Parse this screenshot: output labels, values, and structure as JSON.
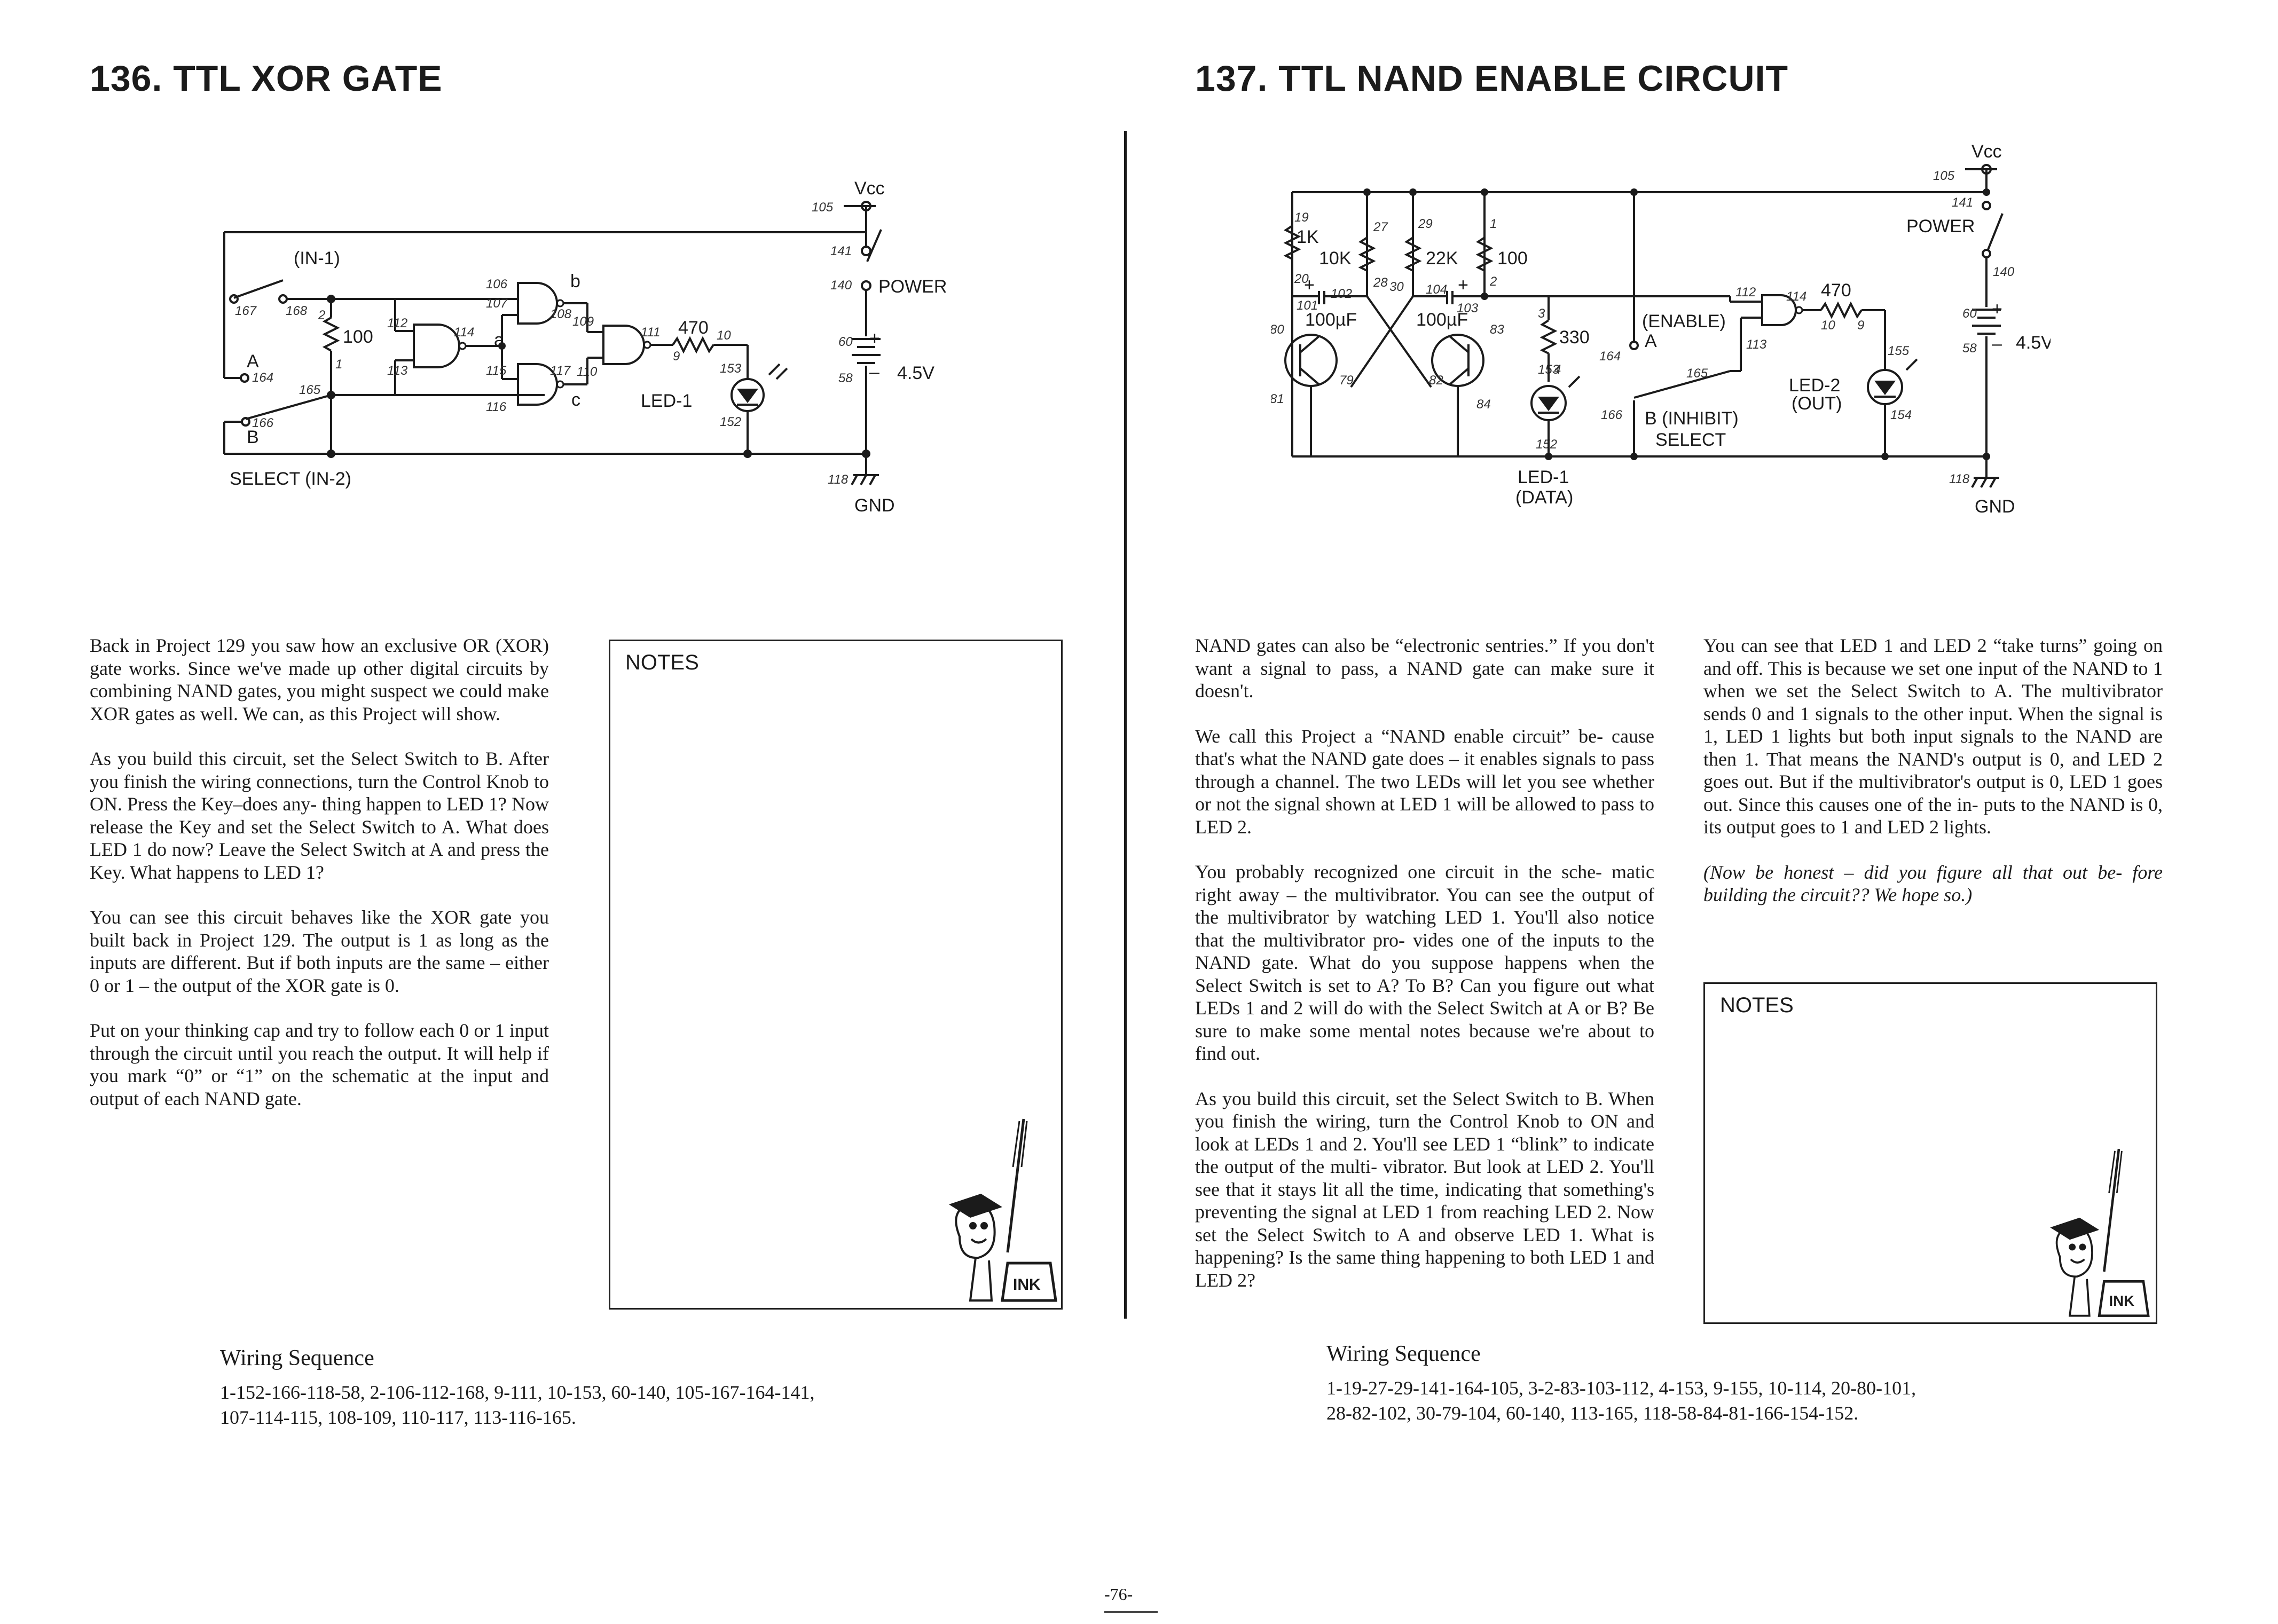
{
  "left": {
    "title": "136. TTL XOR GATE",
    "schematic": {
      "vcc": "Vcc",
      "power": "POWER",
      "battery": "4.5V",
      "gnd": "GND",
      "in1": "(IN-1)",
      "select_in2": "SELECT (IN-2)",
      "a": "A",
      "b": "B",
      "r1": "100",
      "r2": "470",
      "led": "LED-1",
      "node_a": "a",
      "node_b": "b",
      "node_c": "c",
      "plus": "+",
      "minus": "–",
      "pins": [
        "105",
        "141",
        "140",
        "60",
        "58",
        "118",
        "167",
        "168",
        "164",
        "165",
        "166",
        "2",
        "1",
        "106",
        "107",
        "108",
        "109",
        "112",
        "113",
        "114",
        "115",
        "116",
        "117",
        "110",
        "111",
        "9",
        "10",
        "153",
        "152"
      ]
    },
    "paragraphs": [
      [
        "Back in Project 129 you saw how an exclusive OR",
        "(XOR) gate works. Since we've made up other",
        "digital circuits by combining NAND gates, you",
        "might suspect we could make XOR gates as well.",
        "We can, as this Project will show."
      ],
      [
        "As you build this circuit, set the Select Switch to",
        "B. After you finish the wiring connections, turn",
        "the Control Knob to ON. Press the Key–does any-",
        "thing happen to LED 1? Now release the Key and",
        "set the Select Switch to A. What does LED 1 do",
        "now? Leave the Select Switch at A and press the",
        "Key. What happens to LED 1?"
      ],
      [
        "You can see this circuit behaves like the XOR gate",
        "you built back in Project 129. The output is 1 as",
        "long as the inputs are different. But if both inputs",
        "are the same – either 0 or 1 – the output of the",
        "XOR gate is 0."
      ],
      [
        "Put on your thinking cap and try to follow each 0",
        "or 1 input through the circuit until you reach the",
        "output. It will help if you mark “0” or “1” on the",
        "schematic at the input and output of each NAND",
        "gate."
      ]
    ],
    "notes_label": "NOTES",
    "ink_label": "INK",
    "wiring_title": "Wiring Sequence",
    "wiring_lines": [
      "1-152-166-118-58, 2-106-112-168, 9-111, 10-153, 60-140, 105-167-164-141,",
      "107-114-115, 108-109, 110-117, 113-116-165."
    ]
  },
  "right": {
    "title": "137. TTL NAND ENABLE CIRCUIT",
    "schematic": {
      "vcc": "Vcc",
      "power": "POWER",
      "battery": "4.5V",
      "gnd": "GND",
      "r_1k": "1K",
      "r_10k": "10K",
      "r_22k": "22K",
      "r_100": "100",
      "r_330": "330",
      "r_470": "470",
      "c1": "100µF",
      "c2": "100µF",
      "enable": "(ENABLE)",
      "a": "A",
      "b_inhibit": "B (INHIBIT)",
      "select": "SELECT",
      "led1": "LED-1",
      "led1_sub": "(DATA)",
      "led2": "LED-2",
      "led2_sub": "(OUT)",
      "plus": "+",
      "minus": "–",
      "pins": [
        "105",
        "141",
        "140",
        "60",
        "58",
        "118",
        "19",
        "20",
        "27",
        "28",
        "29",
        "30",
        "1",
        "2",
        "101",
        "102",
        "103",
        "104",
        "80",
        "81",
        "79",
        "82",
        "83",
        "84",
        "3",
        "4",
        "153",
        "152",
        "164",
        "165",
        "166",
        "112",
        "113",
        "114",
        "9",
        "10",
        "155",
        "154"
      ]
    },
    "col1_paragraphs": [
      [
        "NAND gates can also be “electronic sentries.”",
        "If you don't want a signal to pass, a NAND gate",
        "can make sure it doesn't."
      ],
      [
        "We call this Project a “NAND enable circuit” be-",
        "cause that's what the NAND gate does – it enables",
        "signals to pass through a channel. The two LEDs",
        "will let you see whether or not the signal shown at",
        "LED 1 will be allowed to pass to LED 2."
      ],
      [
        "You probably recognized one circuit in the sche-",
        "matic right away – the multivibrator. You can see",
        "the output of the multivibrator by watching LED",
        "1. You'll also notice that the multivibrator pro-",
        "vides one of the inputs to the NAND gate. What",
        "do you suppose happens when the Select Switch is",
        "set to A? To B? Can you figure out what LEDs",
        "1 and 2 will do with the Select Switch at A or B?",
        "Be sure to make some mental notes because we're",
        "about to find out."
      ],
      [
        "As you build this circuit, set the Select Switch to",
        "B. When you finish the wiring, turn the Control",
        "Knob to ON and look at LEDs 1 and 2. You'll see",
        "LED 1 “blink” to indicate the output of the multi-",
        "vibrator. But look at LED 2. You'll see that it",
        "stays lit all the time, indicating that something's",
        "preventing the signal at LED 1 from reaching LED",
        "2. Now set the Select Switch to A and observe",
        "LED 1. What is happening? Is the same thing",
        "happening to both LED 1 and LED 2?"
      ]
    ],
    "col2_paragraph": [
      "You can see that LED 1 and LED 2 “take turns”",
      "going on and off. This is because we set one input",
      "of the NAND to 1 when we set the Select Switch",
      "to A. The multivibrator sends 0 and 1 signals to",
      "the other input. When the signal is 1, LED 1 lights",
      "but both input signals to the NAND are then 1.",
      "That means the NAND's output is 0, and LED 2",
      "goes out. But if the multivibrator's output is 0,",
      "LED 1 goes out. Since this causes one of the in-",
      "puts to the NAND is 0, its output goes to 1 and",
      "LED 2 lights."
    ],
    "italic_paragraph": [
      "(Now be honest – did you figure all that out be-",
      "fore building the circuit?? We hope so.)"
    ],
    "notes_label": "NOTES",
    "ink_label": "INK",
    "wiring_title": "Wiring Sequence",
    "wiring_lines": [
      "1-19-27-29-141-164-105, 3-2-83-103-112, 4-153, 9-155, 10-114, 20-80-101,",
      "28-82-102, 30-79-104, 60-140, 113-165, 118-58-84-81-166-154-152."
    ]
  },
  "page_number": "-76-"
}
